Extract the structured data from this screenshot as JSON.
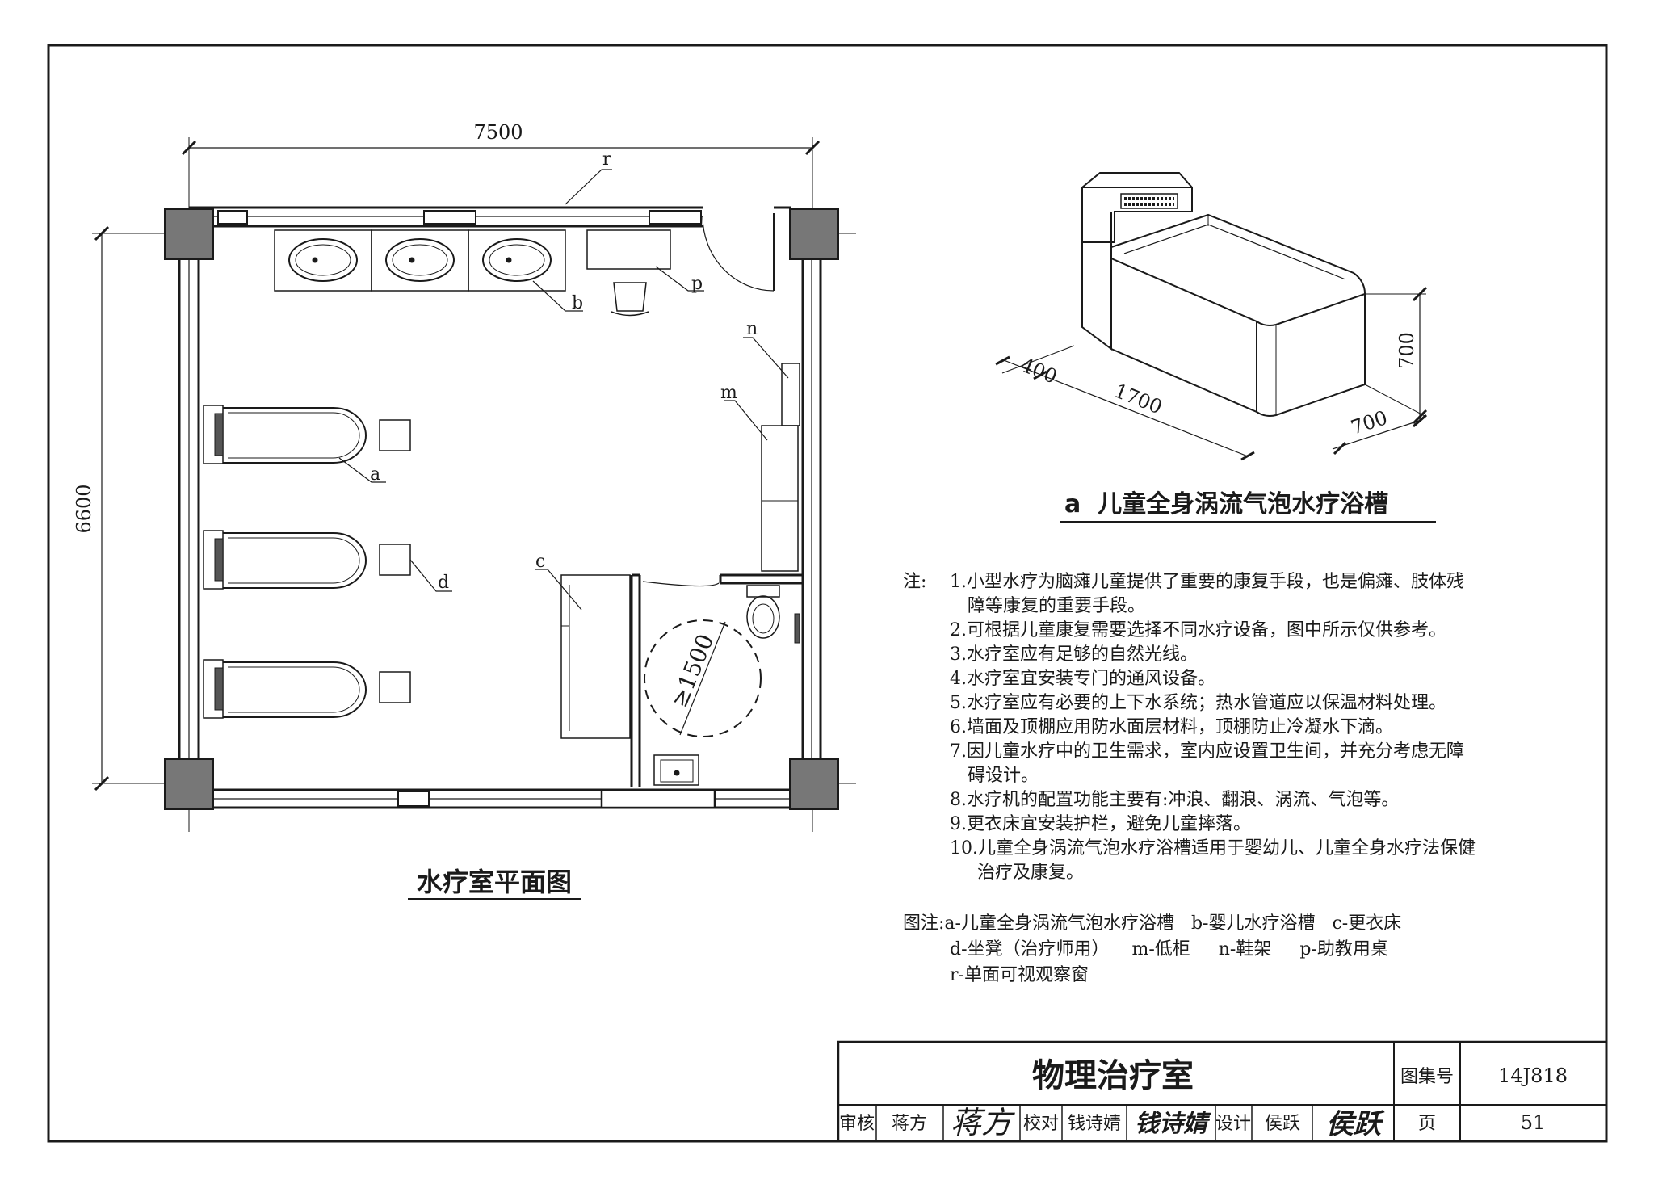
{
  "plan": {
    "title": "水疗室平面图",
    "dim_width": "7500",
    "dim_height": "6600",
    "dim_clear": "≥1500",
    "labels": {
      "a": "a",
      "b": "b",
      "c": "c",
      "d": "d",
      "m": "m",
      "n": "n",
      "p": "p",
      "r": "r"
    }
  },
  "tub": {
    "caption": "a  儿童全身涡流气泡水疗浴槽",
    "dims": {
      "d400": "400",
      "d1700": "1700",
      "d700_h": "700",
      "d700_w": "700"
    }
  },
  "notes": {
    "lead": "注:",
    "items": [
      [
        "1.小型水疗为脑瘫儿童提供了重要的康复手段，也是偏瘫、肢体残",
        "障等康复的重要手段。"
      ],
      [
        "2.可根据儿童康复需要选择不同水疗设备，图中所示仅供参考。"
      ],
      [
        "3.水疗室应有足够的自然光线。"
      ],
      [
        "4.水疗室宜安装专门的通风设备。"
      ],
      [
        "5.水疗室应有必要的上下水系统；热水管道应以保温材料处理。"
      ],
      [
        "6.墙面及顶棚应用防水面层材料，顶棚防止冷凝水下滴。"
      ],
      [
        "7.因儿童水疗中的卫生需求，室内应设置卫生间，并充分考虑无障",
        "碍设计。"
      ],
      [
        "8.水疗机的配置功能主要有:冲浪、翻浪、涡流、气泡等。"
      ],
      [
        "9.更衣床宜安装护栏，避免儿童摔落。"
      ],
      [
        "10.儿童全身涡流气泡水疗浴槽适用于婴幼儿、儿童全身水疗法保健",
        "治疗及康复。"
      ]
    ]
  },
  "legend": {
    "line1": "图注:a-儿童全身涡流气泡水疗浴槽   b-婴儿水疗浴槽   c-更衣床",
    "line2": "d-坐凳（治疗师用）    m-低柜     n-鞋架     p-助教用桌",
    "line3": "r-单面可视观察窗"
  },
  "title_block": {
    "title": "物理治疗室",
    "atlas_label": "图集号",
    "atlas_no": "14J818",
    "review_label": "审核",
    "reviewer": "蒋方",
    "reviewer_sig": "蒋方",
    "check_label": "校对",
    "checker": "钱诗婧",
    "checker_sig": "钱诗婧",
    "design_label": "设计",
    "designer": "侯跃",
    "designer_sig": "侯跃",
    "page_label": "页",
    "page_no": "51"
  }
}
